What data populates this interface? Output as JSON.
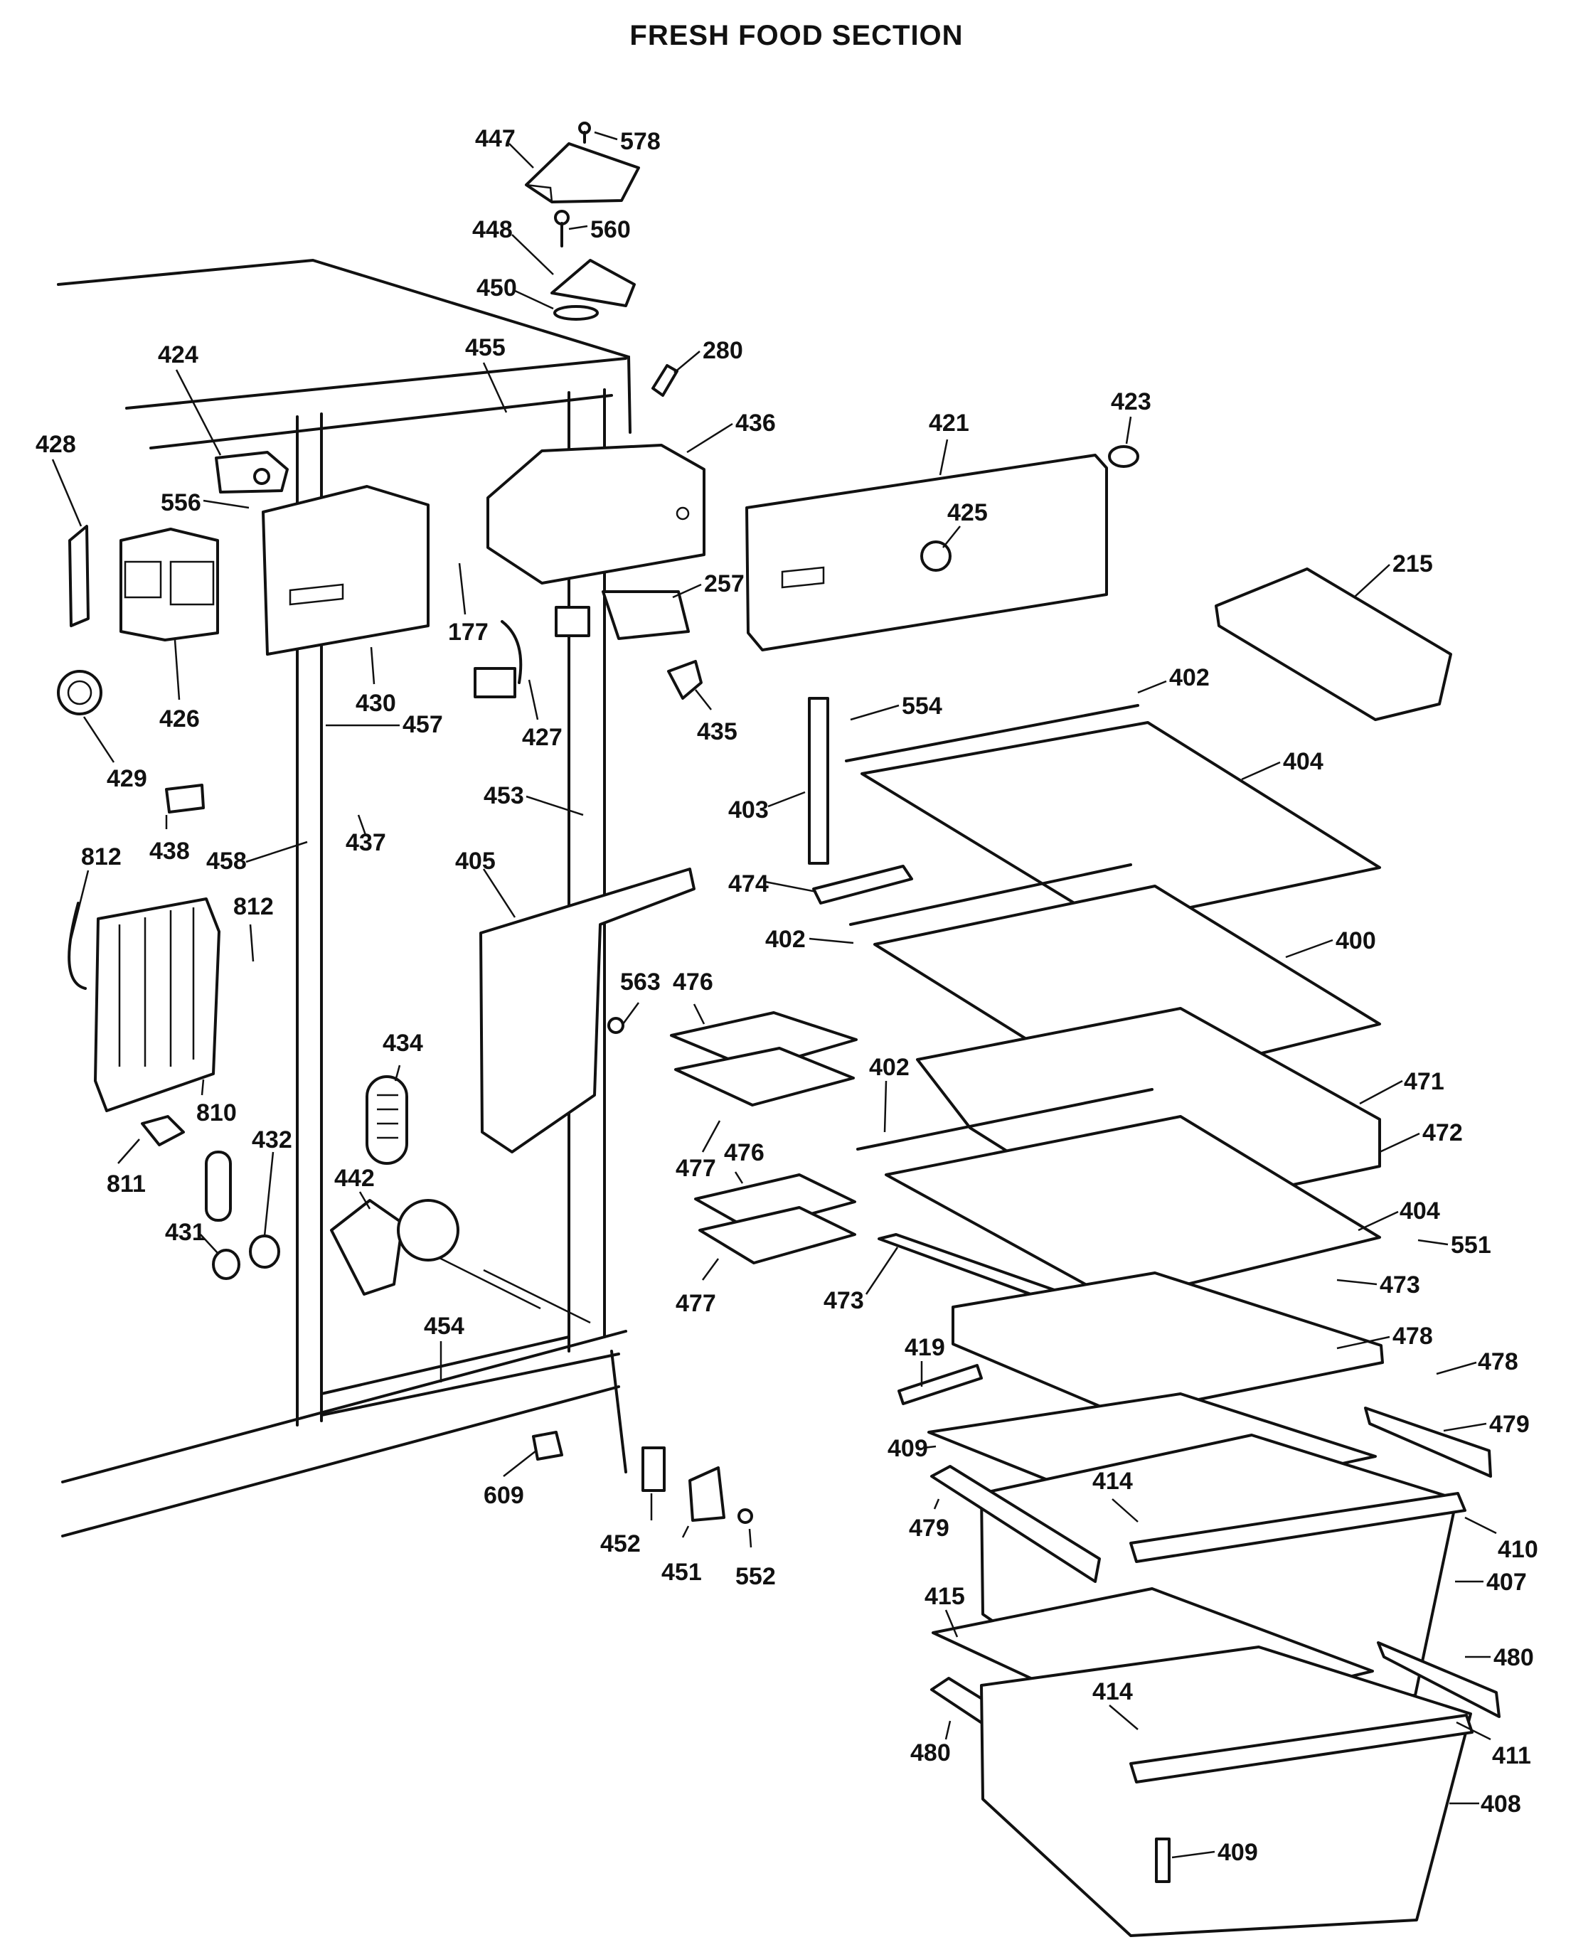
{
  "title": "FRESH FOOD SECTION",
  "callouts": [
    {
      "id": "447",
      "label": "447"
    },
    {
      "id": "578",
      "label": "578"
    },
    {
      "id": "448",
      "label": "448"
    },
    {
      "id": "560",
      "label": "560"
    },
    {
      "id": "450",
      "label": "450"
    },
    {
      "id": "455",
      "label": "455"
    },
    {
      "id": "280",
      "label": "280"
    },
    {
      "id": "424",
      "label": "424"
    },
    {
      "id": "436",
      "label": "436"
    },
    {
      "id": "421",
      "label": "421"
    },
    {
      "id": "423",
      "label": "423"
    },
    {
      "id": "428",
      "label": "428"
    },
    {
      "id": "556",
      "label": "556"
    },
    {
      "id": "425",
      "label": "425"
    },
    {
      "id": "215",
      "label": "215"
    },
    {
      "id": "257",
      "label": "257"
    },
    {
      "id": "177",
      "label": "177"
    },
    {
      "id": "426",
      "label": "426"
    },
    {
      "id": "430",
      "label": "430"
    },
    {
      "id": "402a",
      "label": "402"
    },
    {
      "id": "554",
      "label": "554"
    },
    {
      "id": "427",
      "label": "427"
    },
    {
      "id": "435",
      "label": "435"
    },
    {
      "id": "457",
      "label": "457"
    },
    {
      "id": "404a",
      "label": "404"
    },
    {
      "id": "429",
      "label": "429"
    },
    {
      "id": "453",
      "label": "453"
    },
    {
      "id": "403",
      "label": "403"
    },
    {
      "id": "437",
      "label": "437"
    },
    {
      "id": "438",
      "label": "438"
    },
    {
      "id": "458",
      "label": "458"
    },
    {
      "id": "812a",
      "label": "812"
    },
    {
      "id": "405",
      "label": "405"
    },
    {
      "id": "474",
      "label": "474"
    },
    {
      "id": "812b",
      "label": "812"
    },
    {
      "id": "402b",
      "label": "402"
    },
    {
      "id": "400",
      "label": "400"
    },
    {
      "id": "563",
      "label": "563"
    },
    {
      "id": "476a",
      "label": "476"
    },
    {
      "id": "434",
      "label": "434"
    },
    {
      "id": "810",
      "label": "810"
    },
    {
      "id": "471",
      "label": "471"
    },
    {
      "id": "402c",
      "label": "402"
    },
    {
      "id": "811",
      "label": "811"
    },
    {
      "id": "432",
      "label": "432"
    },
    {
      "id": "477a",
      "label": "477"
    },
    {
      "id": "476b",
      "label": "476"
    },
    {
      "id": "472",
      "label": "472"
    },
    {
      "id": "442",
      "label": "442"
    },
    {
      "id": "404b",
      "label": "404"
    },
    {
      "id": "431",
      "label": "431"
    },
    {
      "id": "551",
      "label": "551"
    },
    {
      "id": "473a",
      "label": "473"
    },
    {
      "id": "477b",
      "label": "477"
    },
    {
      "id": "473b",
      "label": "473"
    },
    {
      "id": "454",
      "label": "454"
    },
    {
      "id": "478a",
      "label": "478"
    },
    {
      "id": "419",
      "label": "419"
    },
    {
      "id": "478b",
      "label": "478"
    },
    {
      "id": "479a",
      "label": "479"
    },
    {
      "id": "409a",
      "label": "409"
    },
    {
      "id": "609",
      "label": "609"
    },
    {
      "id": "414a",
      "label": "414"
    },
    {
      "id": "452",
      "label": "452"
    },
    {
      "id": "479b",
      "label": "479"
    },
    {
      "id": "410",
      "label": "410"
    },
    {
      "id": "451",
      "label": "451"
    },
    {
      "id": "552",
      "label": "552"
    },
    {
      "id": "407",
      "label": "407"
    },
    {
      "id": "415",
      "label": "415"
    },
    {
      "id": "480a",
      "label": "480"
    },
    {
      "id": "414b",
      "label": "414"
    },
    {
      "id": "480b",
      "label": "480"
    },
    {
      "id": "411",
      "label": "411"
    },
    {
      "id": "408",
      "label": "408"
    },
    {
      "id": "409b",
      "label": "409"
    }
  ]
}
